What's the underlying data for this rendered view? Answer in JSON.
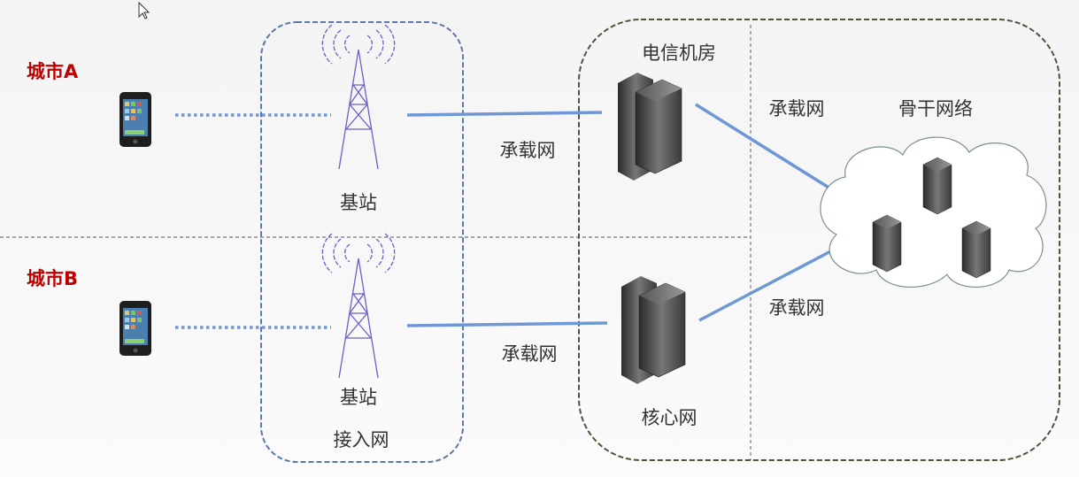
{
  "cities": {
    "a": "城市A",
    "b": "城市B"
  },
  "base_station_label": "基站",
  "access_network_label": "接入网",
  "bearer_network_label": "承载网",
  "telecom_room_label": "电信机房",
  "core_network_label": "核心网",
  "backbone_label": "骨干网络",
  "colors": {
    "city": "#c00000",
    "link": "#6f97d6",
    "access_box": "#5a78a8",
    "core_box": "#50553a"
  }
}
